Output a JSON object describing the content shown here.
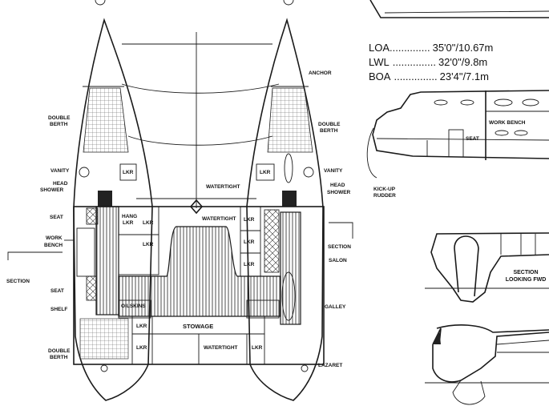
{
  "specs": [
    {
      "label": "LOA",
      "dots": "..............",
      "value": "35'0\"/10.67m"
    },
    {
      "label": "LWL",
      "dots": "...............",
      "value": "32'0\"/9.8m"
    },
    {
      "label": "BOA",
      "dots": "...............",
      "value": "23'4\"/7.1m"
    }
  ],
  "plan_labels": {
    "anchor": "ANCHOR",
    "double_berth_fwd_left": [
      "DOUBLE",
      "BERTH"
    ],
    "double_berth_fwd_right": [
      "DOUBLE",
      "BERTH"
    ],
    "vanity_left": "VANITY",
    "vanity_right": "VANITY",
    "head_shower_left": [
      "HEAD",
      "SHOWER"
    ],
    "head_shower_right": [
      "HEAD",
      "SHOWER"
    ],
    "seat_left": "SEAT",
    "work_bench": [
      "WORK",
      "BENCH"
    ],
    "section_left": "SECTION",
    "seat_left_aft": "SEAT",
    "shelf": "SHELF",
    "double_berth_aft": [
      "DOUBLE",
      "BERTH"
    ],
    "section_right": "SECTION",
    "salon": "SALON",
    "galley": "GALLEY",
    "lazaret": "LAZARET"
  },
  "interior_labels": {
    "lkr_fwd_left": "LKR",
    "lkr_fwd_right": "LKR",
    "watertight_fwd": "WATERTIGHT",
    "watertight_mid": "WATERTIGHT",
    "hang_lkr": [
      "HANG",
      "LKR"
    ],
    "lkr_a": "LKR",
    "lkr_b": "LKR",
    "lkr_r1": "LKR",
    "lkr_r2": "LKR",
    "lkr_r3": "LKR",
    "oilskins": "OILSKINS",
    "lkr_c": "LKR",
    "stowage": "STOWAGE",
    "lkr_d": "LKR",
    "watertight_aft": "WATERTIGHT",
    "lkr_e": "LKR"
  },
  "profile_labels": {
    "work_bench": "WORK BENCH",
    "seat": "SEAT",
    "kick_up_rudder": [
      "KICK-UP",
      "RUDDER"
    ]
  },
  "section_labels": {
    "section_looking_fwd": [
      "SECTION",
      "LOOKING FWD"
    ]
  }
}
